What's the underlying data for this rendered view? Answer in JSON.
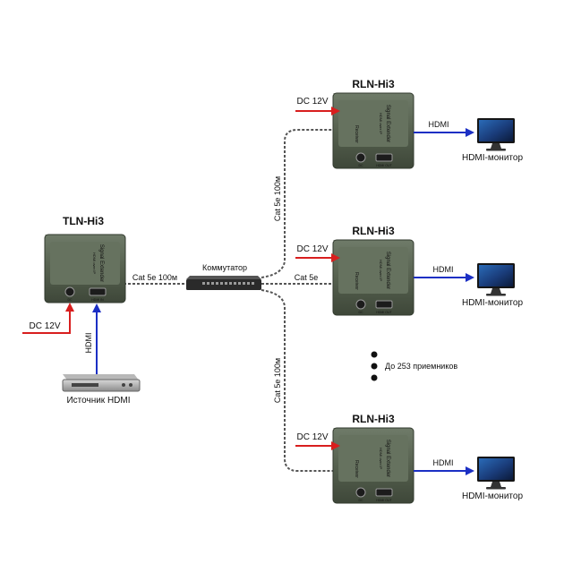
{
  "transmitter": {
    "model": "TLN-Hi3",
    "power_label": "DC 12V",
    "hdmi_label": "HDMI",
    "source_label": "Источник HDMI",
    "face_title": "Signal Extender",
    "face_sub": "HDMI over IP",
    "port_dc": "DC",
    "port_hdmi": "HDMI IN"
  },
  "switch": {
    "label": "Коммутатор",
    "link_in_label": "Cat 5e 100м",
    "link_mid_label": "Cat 5e"
  },
  "cable_labels": {
    "upper": "Cat 5e 100м",
    "lower": "Cat 5e 100м"
  },
  "receivers": [
    {
      "model": "RLN-Hi3",
      "power_label": "DC 12V",
      "hdmi_label": "HDMI",
      "monitor_label": "HDMI-монитор",
      "face_title": "Signal Extender",
      "face_sub": "HDMI over IP",
      "face_tag": "Receiver",
      "port_dc": "DC",
      "port_hdmi": "HDMI OUT"
    },
    {
      "model": "RLN-Hi3",
      "power_label": "DC 12V",
      "hdmi_label": "HDMI",
      "monitor_label": "HDMI-монитор",
      "face_title": "Signal Extender",
      "face_sub": "HDMI over IP",
      "face_tag": "Receiver",
      "port_dc": "DC",
      "port_hdmi": "HDMI OUT"
    },
    {
      "model": "RLN-Hi3",
      "power_label": "DC 12V",
      "hdmi_label": "HDMI",
      "monitor_label": "HDMI-монитор",
      "face_title": "Signal Extender",
      "face_sub": "HDMI over IP",
      "face_tag": "Receiver",
      "port_dc": "DC",
      "port_hdmi": "HDMI OUT"
    }
  ],
  "more_receivers_label": "До 253 приемников",
  "colors": {
    "power_arrow": "#d81e1e",
    "hdmi_arrow": "#1b2fc4",
    "device_body": "#4f5a4c",
    "device_face": "#5d6a58"
  }
}
